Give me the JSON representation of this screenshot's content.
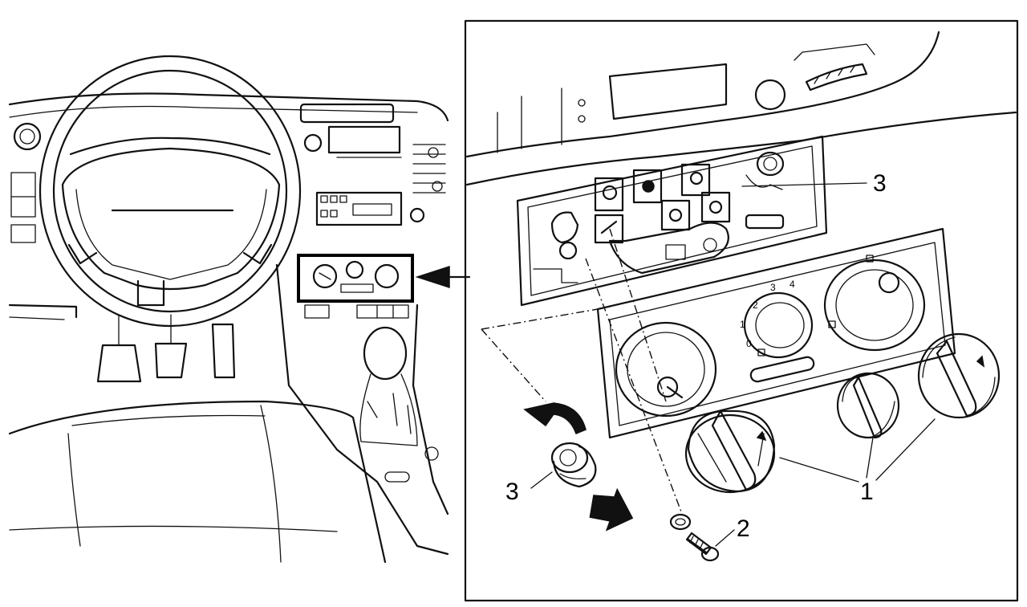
{
  "callouts": {
    "knob_label": "1",
    "screw_label": "2",
    "plug_label_right": "3",
    "plug_label_left": "3"
  },
  "panel_markings": {
    "fan_speeds": [
      "1",
      "2",
      "3",
      "4",
      "0"
    ]
  },
  "colors": {
    "ink": "#111111",
    "background": "#ffffff"
  },
  "icons": {
    "rotate_arrow": "curved-arrow-icon",
    "pull_arrow": "pull-out-arrow-icon"
  }
}
